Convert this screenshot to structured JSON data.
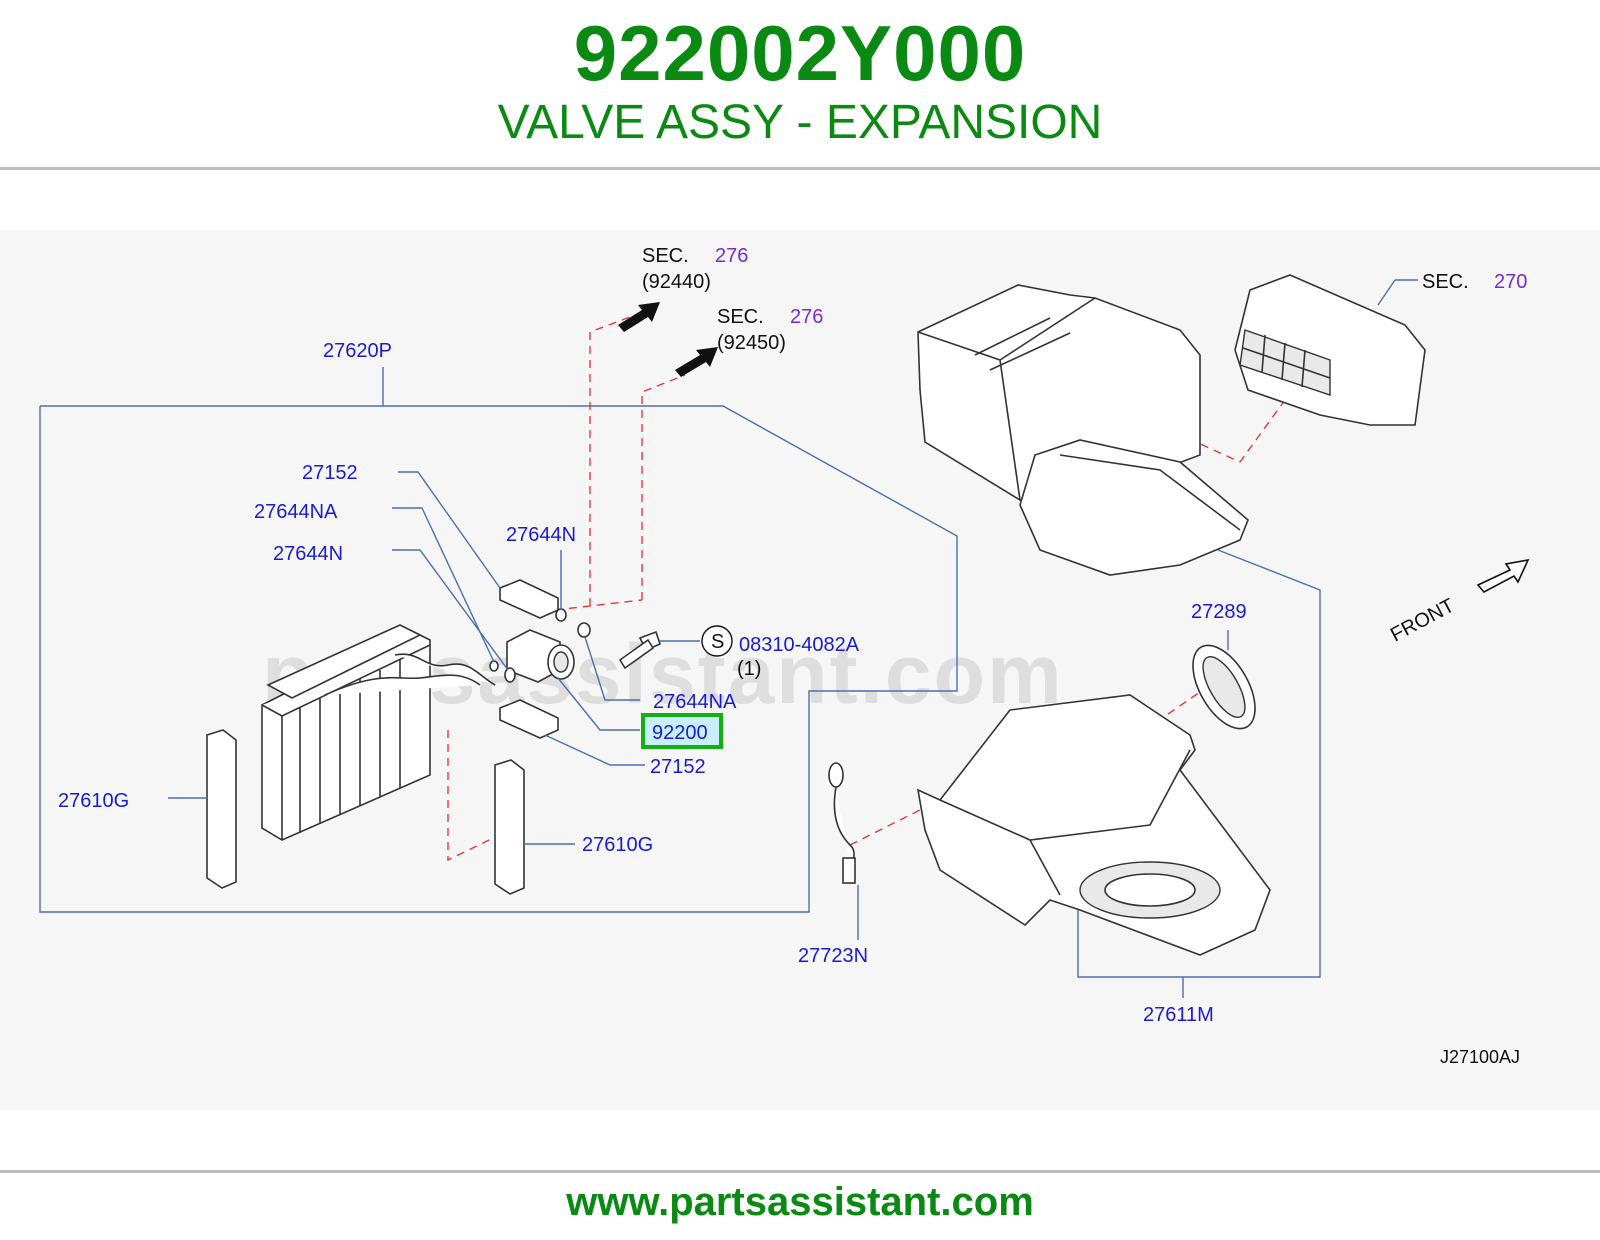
{
  "header": {
    "part_number": "922002Y000",
    "part_name": "VALVE ASSY - EXPANSION"
  },
  "diagram": {
    "sec_276_a": {
      "prefix": "SEC.",
      "num": "276",
      "sub": "(92440)"
    },
    "sec_276_b": {
      "prefix": "SEC.",
      "num": "276",
      "sub": "(92450)"
    },
    "sec_270": {
      "prefix": "SEC.",
      "num": "270"
    },
    "labels": {
      "l_27620P": "27620P",
      "l_27152_top": "27152",
      "l_27644NA_top": "27644NA",
      "l_27644N_left": "27644N",
      "l_27644N_mid": "27644N",
      "l_bolt": "08310-4082A",
      "l_bolt_qty": "(1)",
      "l_bolt_s": "S",
      "l_27644NA_right": "27644NA",
      "l_92200": "92200",
      "l_27152_bottom": "27152",
      "l_27610G_left": "27610G",
      "l_27610G_right": "27610G",
      "l_27289": "27289",
      "l_27723N": "27723N",
      "l_27611M": "27611M",
      "l_front": "FRONT",
      "l_code": "J27100AJ"
    },
    "watermark": "partsassistant.com",
    "colors": {
      "label": "#1a1ad6",
      "sec_number": "#7a2bd0",
      "highlight": "#12b012",
      "leader": "#4b6fb5",
      "dash": "#e03a3a"
    }
  },
  "footer": {
    "url": "www.partsassistant.com"
  }
}
